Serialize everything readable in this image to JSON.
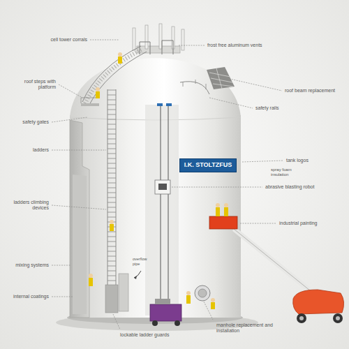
{
  "diagram": {
    "nodes": [
      {
        "text": [
          "I.K. STOLTZFUS"
        ]
      }
    ],
    "labels": [
      "cell tower corrals",
      "frost free aluminum vents",
      "roof steps with platform",
      "roof beam replacement",
      "safety rails",
      "safety gates",
      "ladders",
      "tank logos",
      "spray foam insulation",
      "abrasive blasting robot",
      "ladders climbing devices",
      "industrial painting",
      "mixing systems",
      "overflow pipe",
      "internal coatings",
      "manhole replacement and installation",
      "lockable ladder guards"
    ]
  }
}
